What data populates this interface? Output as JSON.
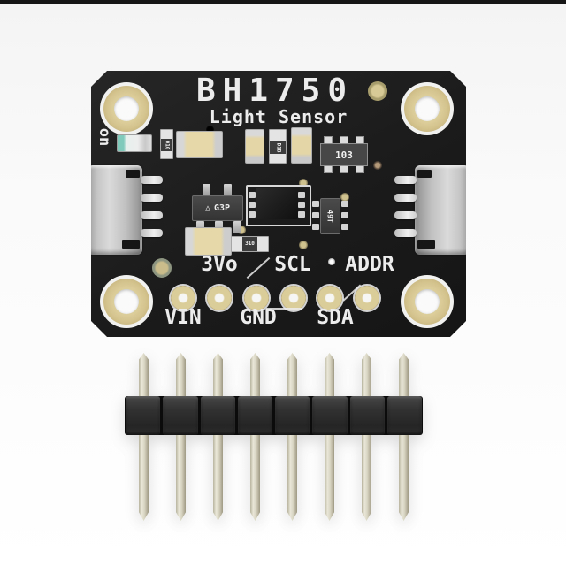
{
  "colors": {
    "background": "#fafafa",
    "top_border": "#161616",
    "pcb": "#1d1d1d",
    "silkscreen": "#ececec",
    "pad_gold": "#d5c48f",
    "connector_silver": "#c9c9c9",
    "header_housing": "#2e2e2e",
    "header_pin_metal": "#d9d5c1",
    "led_teal": "#8fd0c0",
    "capacitor_tan": "#e4d6a6",
    "ic_dark": "#474747"
  },
  "board": {
    "title": "BH1750",
    "subtitle": "Light Sensor",
    "power_led_label": "on",
    "pin_labels_above": [
      "3Vo",
      "SCL",
      "ADDR"
    ],
    "pin_labels_below": [
      "VIN",
      "GND",
      "SDA"
    ],
    "markings": {
      "regulator_logo": "△",
      "regulator": "G3P",
      "resistor_network": "103",
      "diode": "D1B",
      "resistor_mid": "310",
      "resistor_top": "010",
      "ic_small": "49T"
    }
  },
  "header": {
    "pin_count": 8
  }
}
